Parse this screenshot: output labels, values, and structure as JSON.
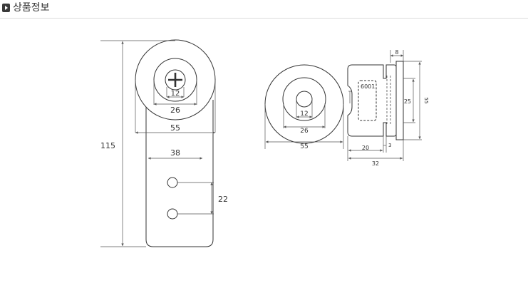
{
  "header": {
    "title": "상품정보",
    "icon": "play-square-icon"
  },
  "front_view": {
    "dims": {
      "d12": "12",
      "d26": "26",
      "d55": "55",
      "d38": "38",
      "d22": "22",
      "d115": "115"
    }
  },
  "side_view": {
    "wheel_dims": {
      "d12": "12",
      "d26": "26",
      "d55": "55"
    },
    "profile_dims": {
      "d8": "8",
      "d25": "25",
      "d55v": "55",
      "d20": "20",
      "d3": "3",
      "d32": "32"
    },
    "bearing_label": "6001"
  },
  "colors": {
    "line": "#333333",
    "dim_line": "#555555",
    "text": "#333333"
  }
}
